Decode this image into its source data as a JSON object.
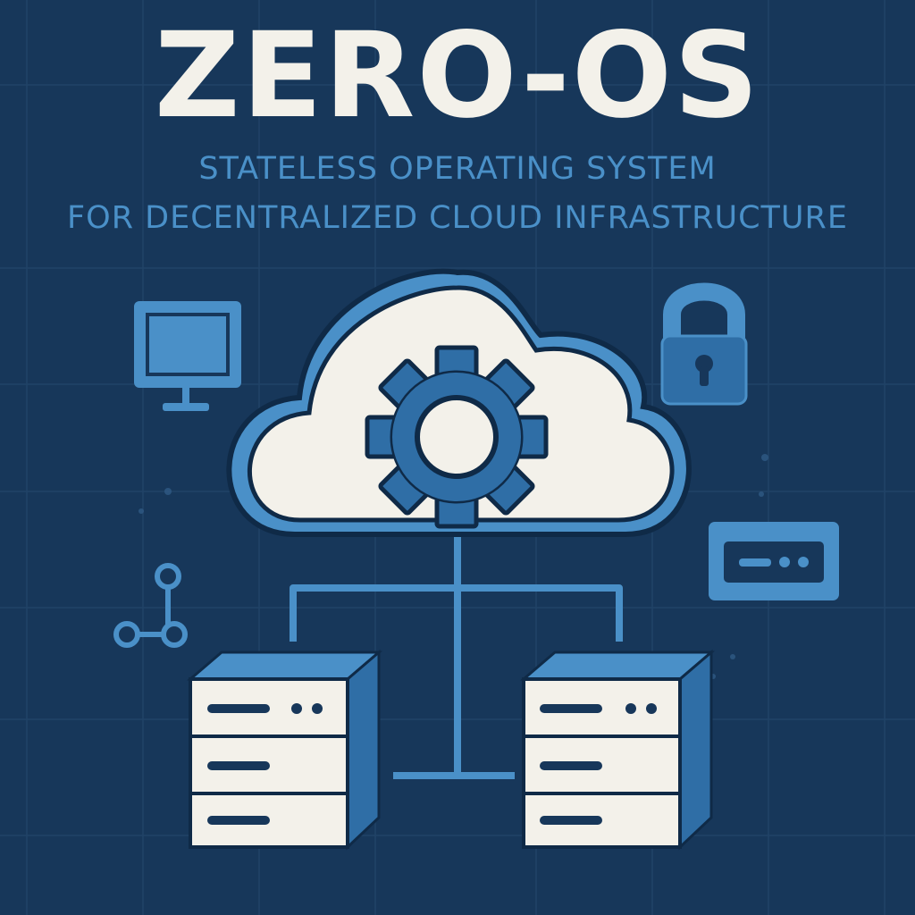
{
  "header": {
    "title": "ZERO-OS",
    "subtitle_line1": "STATELESS OPERATING SYSTEM",
    "subtitle_line2": "FOR DECENTRALIZED CLOUD INFRASTRUCTURE"
  },
  "colors": {
    "background": "#17375a",
    "accent": "#4a90c8",
    "accent_dark": "#2f6ea6",
    "outline": "#0f2a47",
    "light": "#f3f1ea"
  },
  "icons": [
    "cloud-icon",
    "gear-icon",
    "monitor-icon",
    "padlock-icon",
    "network-node-icon",
    "status-panel-icon",
    "server-icon"
  ]
}
